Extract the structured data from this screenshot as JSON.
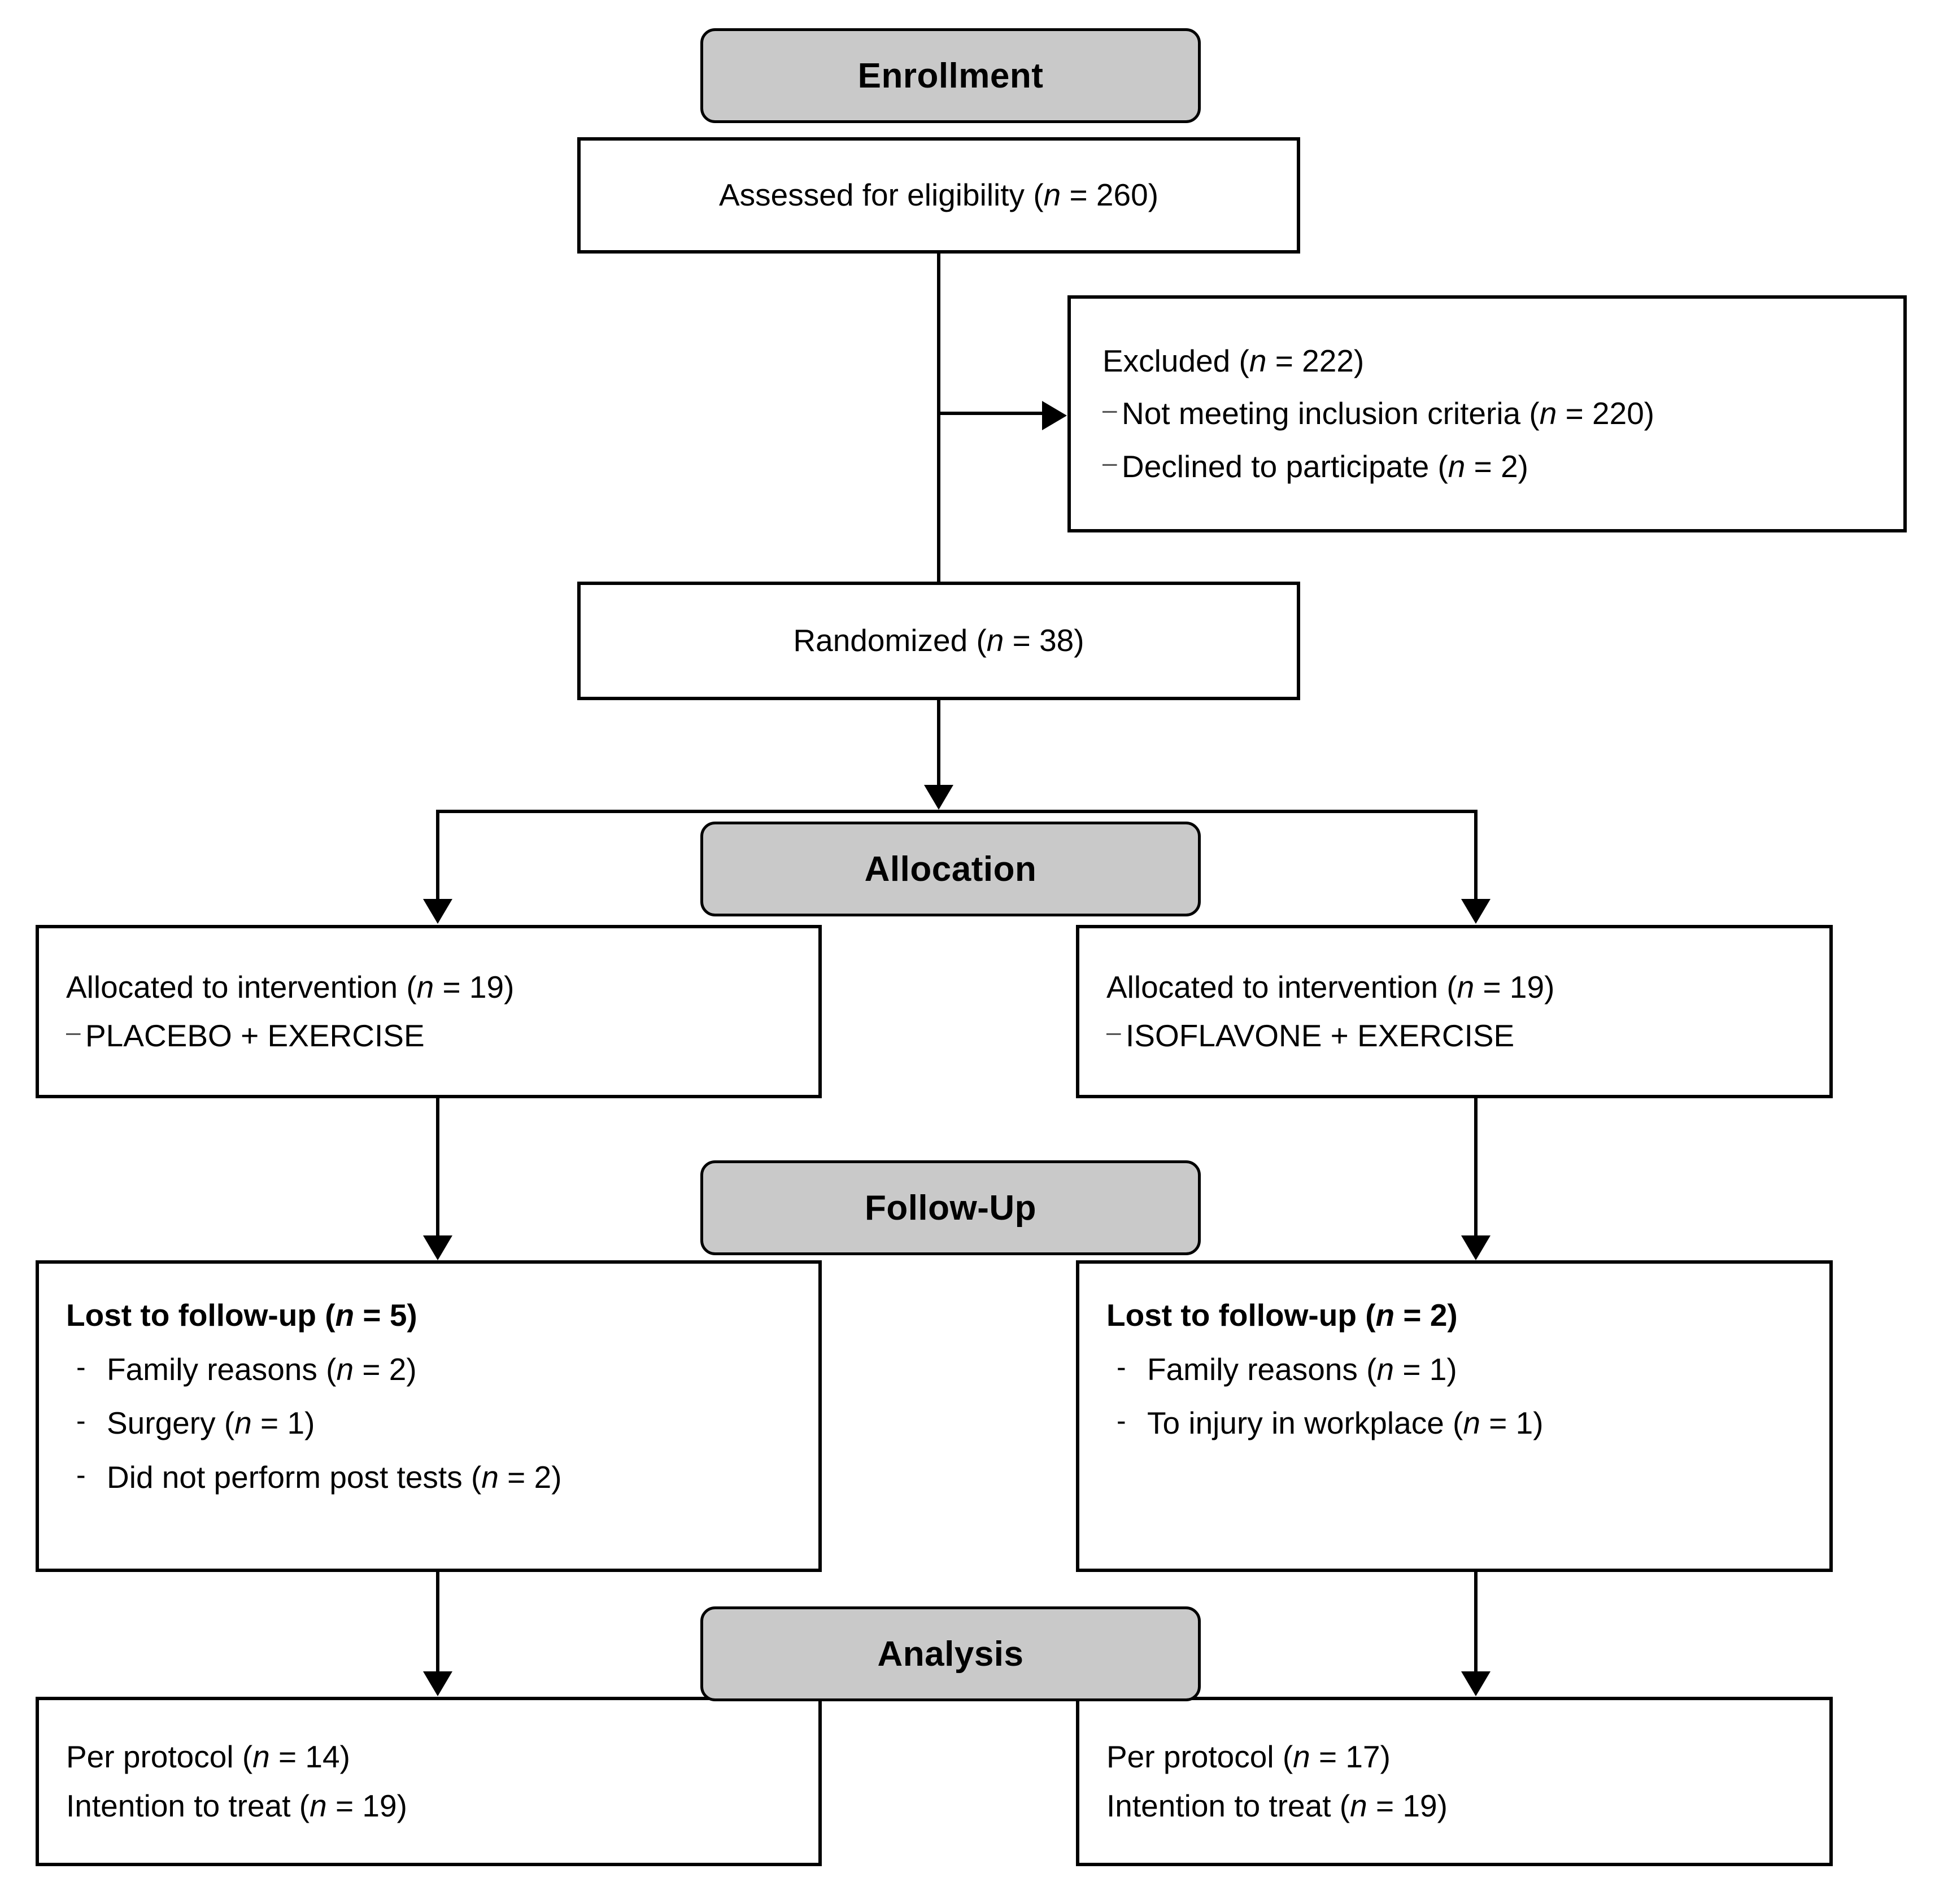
{
  "figure": {
    "type": "CONSORT participant flow diagram",
    "colors": {
      "stage_header_fill": "#c9c9c9",
      "border": "#000000",
      "box_fill": "#ffffff"
    }
  },
  "stages": {
    "enrollment": "Enrollment",
    "allocation": "Allocation",
    "followup": "Follow-Up",
    "analysis": "Analysis"
  },
  "enrollment": {
    "assessed": {
      "text": "Assessed for eligibility (",
      "n_symbol": "n",
      "eq": " = ",
      "value": "260",
      "close": ")"
    },
    "excluded": {
      "title_text": "Excluded (",
      "title_n": "n",
      "title_eq": " = ",
      "title_value": "222",
      "title_close": ")",
      "reasons": [
        {
          "dash": "–",
          "text": "Not meeting inclusion criteria (",
          "n_symbol": "n",
          "eq": " = ",
          "value": "220",
          "close": ")"
        },
        {
          "dash": "–",
          "text": "Declined to participate (",
          "n_symbol": "n",
          "eq": " = ",
          "value": "2",
          "close": ")"
        }
      ]
    },
    "randomized": {
      "text": "Randomized (",
      "n_symbol": "n",
      "eq": " = ",
      "value": "38",
      "close": ")"
    }
  },
  "allocation": {
    "left": {
      "title_text": "Allocated to intervention (",
      "title_n": "n",
      "title_eq": " = ",
      "title_value": "19",
      "title_close": ")",
      "dash": "–",
      "arm": "PLACEBO + EXERCISE"
    },
    "right": {
      "title_text": "Allocated to intervention (",
      "title_n": "n",
      "title_eq": " = ",
      "title_value": "19",
      "title_close": ")",
      "dash": "–",
      "arm": "ISOFLAVONE + EXERCISE"
    }
  },
  "followup": {
    "left": {
      "title_text": "Lost to follow-up (",
      "title_n": "n",
      "title_eq": " = ",
      "title_value": "5",
      "title_close": ")",
      "reasons": [
        {
          "dash": "-",
          "text": "Family reasons (",
          "n_symbol": "n",
          "eq": " = ",
          "value": "2",
          "close": ")"
        },
        {
          "dash": "-",
          "text": "Surgery (",
          "n_symbol": "n",
          "eq": " = ",
          "value": "1",
          "close": ")"
        },
        {
          "dash": "-",
          "text": "Did not perform post tests (",
          "n_symbol": "n",
          "eq": " = ",
          "value": "2",
          "close": ")"
        }
      ]
    },
    "right": {
      "title_text": "Lost to follow-up (",
      "title_n": "n",
      "title_eq": " = ",
      "title_value": "2",
      "title_close": ")",
      "reasons": [
        {
          "dash": "-",
          "text": "Family reasons (",
          "n_symbol": "n",
          "eq": " = ",
          "value": "1",
          "close": ")"
        },
        {
          "dash": "-",
          "text": "To injury in workplace (",
          "n_symbol": "n",
          "eq": " = ",
          "value": "1",
          "close": ")"
        }
      ]
    }
  },
  "analysis": {
    "left": {
      "per_protocol": {
        "text": "Per protocol (",
        "n_symbol": "n",
        "eq": " = ",
        "value": "14",
        "close": ")"
      },
      "itt": {
        "text": "Intention to treat (",
        "n_symbol": "n",
        "eq": " = ",
        "value": "19",
        "close": ")"
      }
    },
    "right": {
      "per_protocol": {
        "text": "Per protocol (",
        "n_symbol": "n",
        "eq": " = ",
        "value": "17",
        "close": ")"
      },
      "itt": {
        "text": "Intention to treat (",
        "n_symbol": "n",
        "eq": " = ",
        "value": "19",
        "close": ")"
      }
    }
  }
}
